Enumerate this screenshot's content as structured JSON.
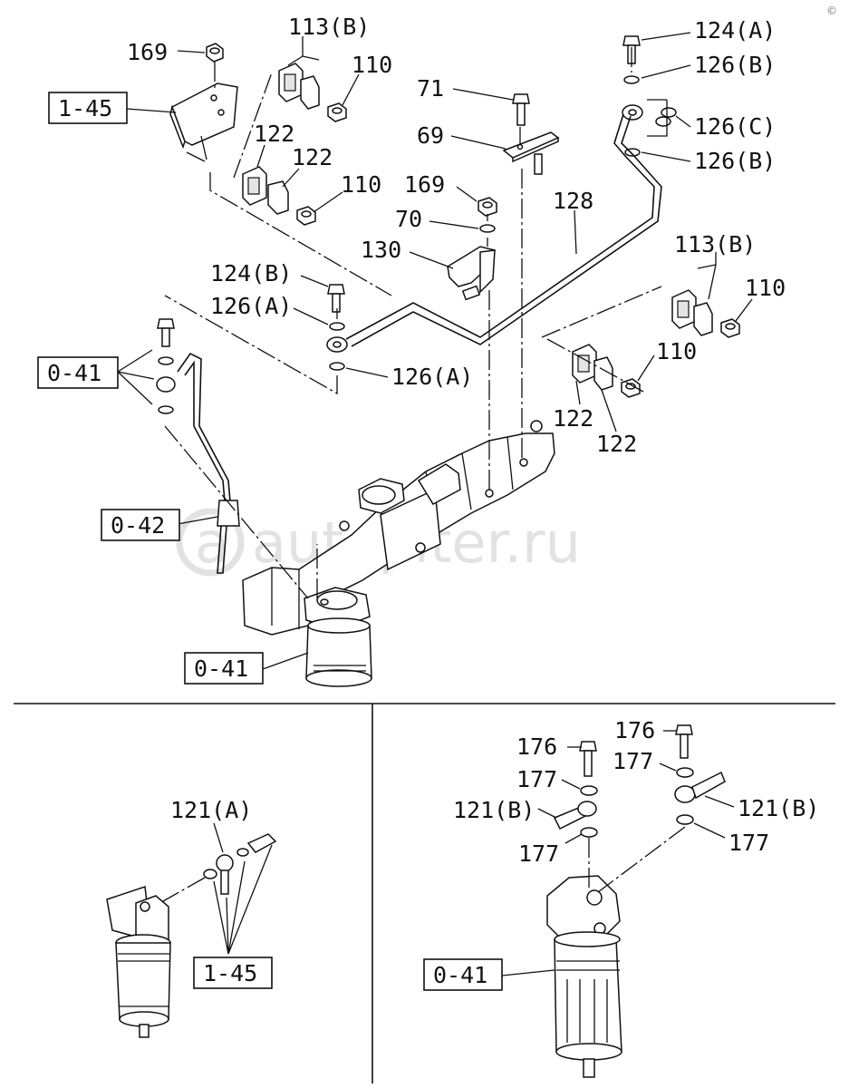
{
  "watermark": "autopiter.ru",
  "corner_mark": "©",
  "callouts": {
    "c169a": "169",
    "c113b_top": "113(B)",
    "c110_top": "110",
    "c1_45_top": "1-45",
    "c122_a": "122",
    "c122_b": "122",
    "c110_mid": "110",
    "c71": "71",
    "c69": "69",
    "c124a": "124(A)",
    "c126b_1": "126(B)",
    "c126c": "126(C)",
    "c126b_2": "126(B)",
    "c169b": "169",
    "c70": "70",
    "c130": "130",
    "c128": "128",
    "c113b_right": "113(B)",
    "c110_right": "110",
    "c124b": "124(B)",
    "c126a_1": "126(A)",
    "c126a_2": "126(A)",
    "c110_low": "110",
    "c122_c": "122",
    "c122_d": "122",
    "c0_41_left": "0-41",
    "c0_42": "0-42",
    "c0_41_bottom": "0-41"
  },
  "bottom_left": {
    "c121a": "121(A)",
    "c1_45": "1-45"
  },
  "bottom_right": {
    "c176_a": "176",
    "c176_b": "176",
    "c177_a": "177",
    "c177_b": "177",
    "c121b_a": "121(B)",
    "c121b_b": "121(B)",
    "c177_c": "177",
    "c177_d": "177",
    "c0_41": "0-41"
  }
}
